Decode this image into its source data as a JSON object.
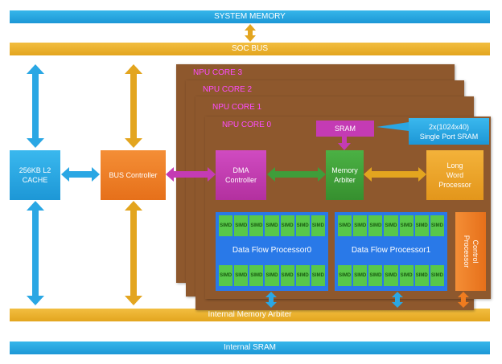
{
  "title": "NPU architecture block diagram",
  "buses": {
    "system_memory": "SYSTEM MEMORY",
    "soc_bus": "SOC BUS",
    "internal_memory_arbiter": "Internal Memory Arbiter",
    "internal_sram": "Internal SRAM"
  },
  "blocks": {
    "l2_cache": "256KB L2\nCACHE",
    "bus_controller": "BUS Controller",
    "dma_controller": "DMA\nController",
    "sram": "SRAM",
    "sram_note": "2x(1024x40)\nSingle Port SRAM",
    "memory_arbiter": "Memory\nArbiter",
    "long_word_processor": "Long\nWord\nProcessor",
    "control_processor": "Control\nProcessor",
    "dfp0": "Data Flow Processor0",
    "dfp1": "Data Flow Processor1"
  },
  "cores": [
    "NPU CORE 3",
    "NPU CORE 2",
    "NPU CORE 1",
    "NPU CORE 0"
  ],
  "simd_label": "SIMD",
  "colors": {
    "memory_blue": "#1d97d6",
    "bus_orange": "#e3a51f",
    "core_brown": "#8e582d",
    "bus_controller": "#f07c1f",
    "dma": "#c43bb4",
    "arbiter_green": "#3f9d3a",
    "dfp_blue": "#2979e8",
    "simd_green": "#58c84a"
  }
}
